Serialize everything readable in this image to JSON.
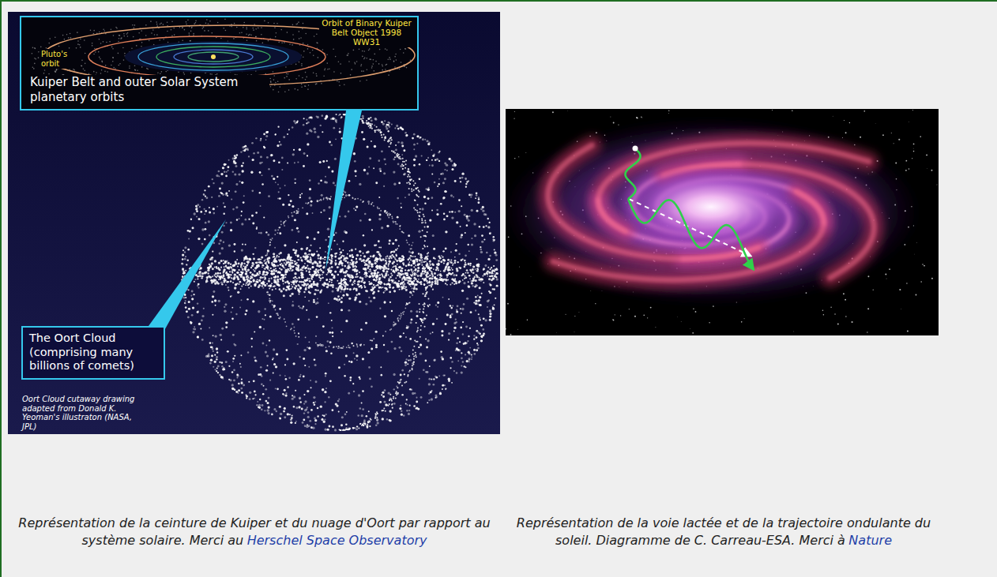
{
  "diagram": {
    "nodes": [
      {
        "text": [
          "Kuiper Belt and outer Solar System planetary orbits"
        ]
      },
      {
        "text": [
          "The Oort Cloud (comprising many billions of comets)"
        ]
      }
    ],
    "labels": [
      "Orbit of Binary Kuiper Belt Object 1998 WW31",
      "Pluto's orbit",
      "Oort Cloud cutaway drawing adapted from Donald K. Yeoman's illustraton (NASA, JPL)",
      "Représentation de la ceinture de Kuiper et du nuage d'Oort par rapport au système solaire. Merci au",
      "Herschel Space Observatory",
      "Représentation de la voie lactée et de la trajectoire ondulante du soleil. Diagramme de C. Carreau-ESA. Merci à",
      "Nature"
    ]
  }
}
